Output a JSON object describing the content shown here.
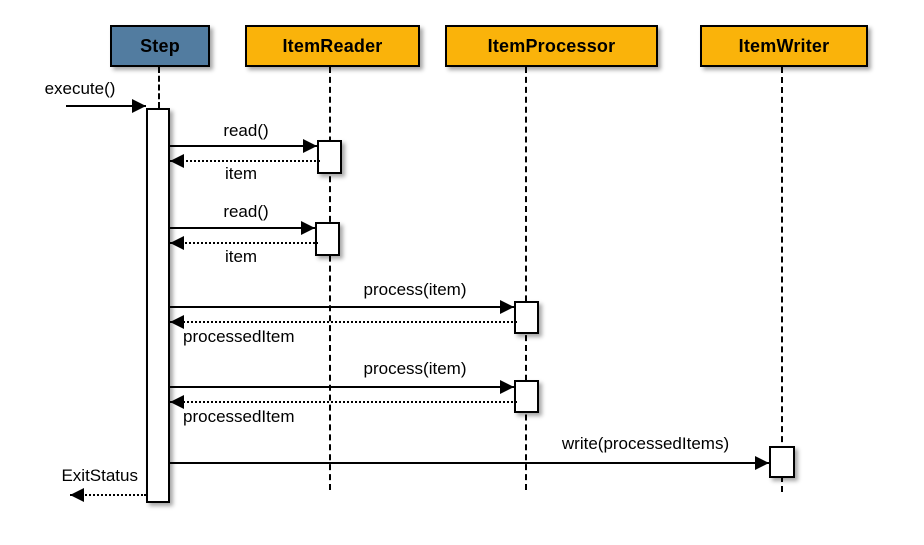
{
  "diagram": {
    "type": "uml-sequence",
    "background": "#FFFFFF",
    "line_color": "#000000",
    "participants": [
      {
        "label": "Step",
        "fill": "#527CA0",
        "text_color": "#000000"
      },
      {
        "label": "ItemReader",
        "fill": "#FAB30A",
        "text_color": "#000000"
      },
      {
        "label": "ItemProcessor",
        "fill": "#FAB30A",
        "text_color": "#000000"
      },
      {
        "label": "ItemWriter",
        "fill": "#FAB30A",
        "text_color": "#000000"
      }
    ],
    "messages": [
      {
        "label": "execute()",
        "kind": "call",
        "from": "external",
        "to": "Step"
      },
      {
        "label": "read()",
        "kind": "call",
        "from": "Step",
        "to": "ItemReader"
      },
      {
        "label": "item",
        "kind": "return",
        "from": "ItemReader",
        "to": "Step"
      },
      {
        "label": "read()",
        "kind": "call",
        "from": "Step",
        "to": "ItemReader"
      },
      {
        "label": "item",
        "kind": "return",
        "from": "ItemReader",
        "to": "Step"
      },
      {
        "label": "process(item)",
        "kind": "call",
        "from": "Step",
        "to": "ItemProcessor"
      },
      {
        "label": "processedItem",
        "kind": "return",
        "from": "ItemProcessor",
        "to": "Step"
      },
      {
        "label": "process(item)",
        "kind": "call",
        "from": "Step",
        "to": "ItemProcessor"
      },
      {
        "label": "processedItem",
        "kind": "return",
        "from": "ItemProcessor",
        "to": "Step"
      },
      {
        "label": "write(processedItems)",
        "kind": "call",
        "from": "Step",
        "to": "ItemWriter"
      },
      {
        "label": "ExitStatus",
        "kind": "return",
        "from": "Step",
        "to": "external"
      }
    ]
  }
}
